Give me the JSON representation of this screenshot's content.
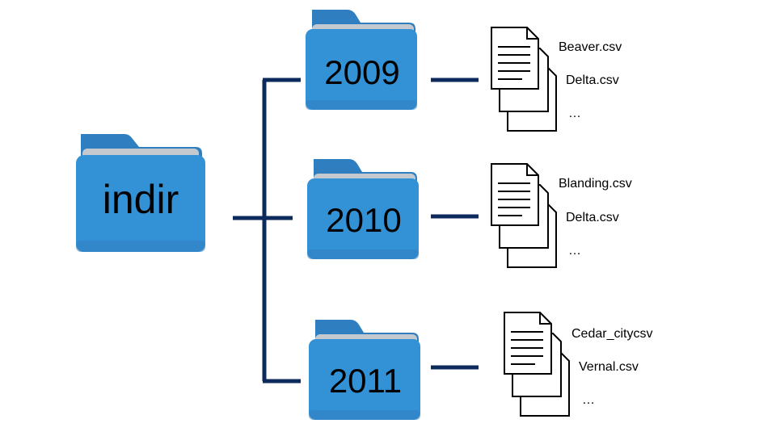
{
  "root": {
    "label": "indir",
    "icon": "folder-icon"
  },
  "colors": {
    "folder_front": "#3391d6",
    "folder_back": "#2f7fc0",
    "folder_paper": "#c4c9cf",
    "connector": "#0d2a5c"
  },
  "folders": [
    {
      "label": "2009",
      "icon": "folder-icon",
      "files": [
        "Beaver.csv",
        "Delta.csv",
        "…"
      ]
    },
    {
      "label": "2010",
      "icon": "folder-icon",
      "files": [
        "Blanding.csv",
        "Delta.csv",
        "…"
      ]
    },
    {
      "label": "2011",
      "icon": "folder-icon",
      "files": [
        "Cedar_citycsv",
        "Vernal.csv",
        "…"
      ]
    }
  ]
}
